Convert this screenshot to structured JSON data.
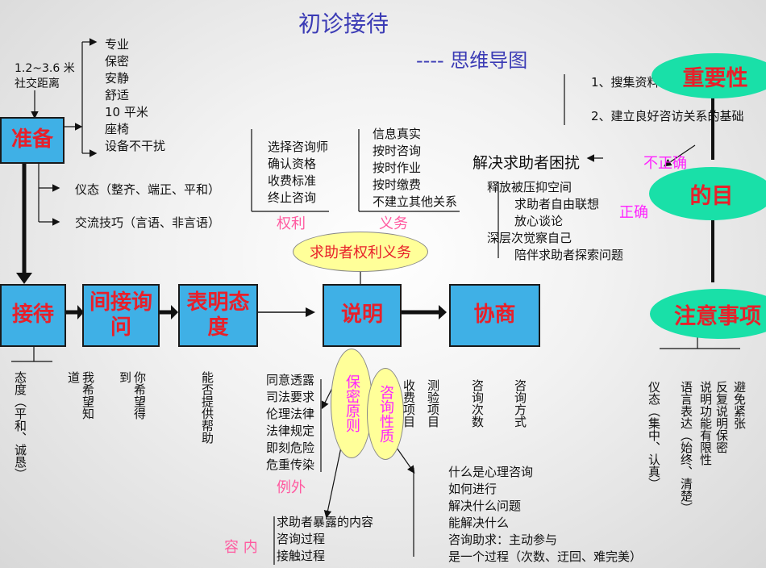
{
  "title": "初诊接待",
  "subtitle": "---- 思维导图",
  "distance": {
    "line1": "1.2~3.6 米",
    "line2": "社交距离"
  },
  "prep_items": [
    "专业",
    "保密",
    "安静",
    "舒适",
    "10 平米",
    "座椅",
    "设备不干扰"
  ],
  "prep_box": "准备",
  "posture": "仪态（整齐、端正、平和）",
  "comm_skill": "交流技巧（言语、非言语）",
  "rights_list": [
    "选择咨询师",
    "确认资格",
    "收费标准",
    "终止咨询"
  ],
  "duty_list": [
    "信息真实",
    "按时咨询",
    "按时作业",
    "按时缴费",
    "不建立其他关系"
  ],
  "rights_label": "权利",
  "duty_label": "义务",
  "oval_rights": "求助者权利义务",
  "solve": "解决求助者困扰",
  "purpose_list": [
    "释放被压抑空间",
    "求助者自由联想",
    "放心谈论",
    "深层次觉察自己",
    "陪伴求助者探索问题"
  ],
  "importance": {
    "item1": "1、搜集资料",
    "item2": "2、建立良好咨访关系的基础"
  },
  "ovals": {
    "importance": "重要性",
    "purpose": "的目",
    "notes": "注意事项"
  },
  "wrong": "不正确",
  "right": "正确",
  "flow": [
    "接待",
    "间接询问",
    "表明态度",
    "说明",
    "协商"
  ],
  "reception_cols": [
    "态度（平和、诚恳）"
  ],
  "indirect_cols": [
    "我希望知道",
    "你希望得到"
  ],
  "stance_cols": [
    "能否提供帮助"
  ],
  "exceptions_list": [
    "同意透露",
    "司法要求",
    "伦理法律",
    "法律规定",
    "即刻危险",
    "危重传染"
  ],
  "exceptions_label": "例外",
  "confidential": "保密原则",
  "consult_nature": "咨询性质",
  "charge": "收费项目",
  "negotiate_cols": [
    "测验项目",
    "咨询次数",
    "咨询方式"
  ],
  "content_list": [
    "求助者暴露的内容",
    "咨询过程",
    "接触过程"
  ],
  "content_label": "容 内",
  "nature_list": [
    "什么是心理咨询",
    "如何进行",
    "解决什么问题",
    "能解决什么",
    "咨询助求：主动参与",
    "是一个过程（次数、迂回、难完美）"
  ],
  "notes_cols": [
    "仪态（集中、认真）",
    "语言表达（始终、清楚）",
    "说明功能有限性",
    "反复说明保密",
    "避免紧张"
  ],
  "colors": {
    "box": "#3fb0e6",
    "oval": "#19e0a8",
    "text_red": "#e8202a",
    "title": "#3b3bb5"
  }
}
